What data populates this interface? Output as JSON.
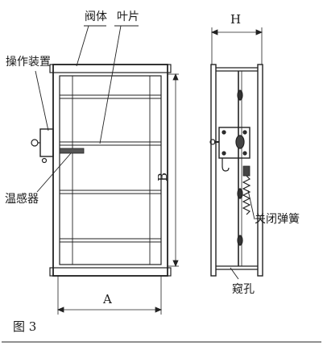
{
  "labels": {
    "valve_body": "阀体",
    "blade": "叶片",
    "operating_device": "操作装置",
    "temperature_sensor": "温感器",
    "closing_spring": "关闭弹簧",
    "viewing_hole": "窥孔",
    "dim_a": "A",
    "dim_b": "B",
    "dim_h": "H",
    "figure_caption": "图 3"
  }
}
